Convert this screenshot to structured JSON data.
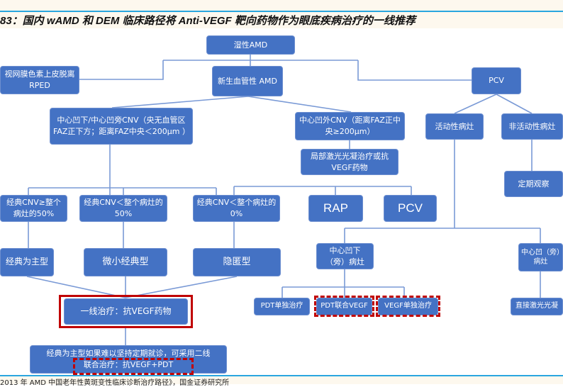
{
  "title": "83：国内 wAMD 和 DEM 临床路径将 Anti-VEGF 靶向药物作为眼底疾病治疗的一线推荐",
  "nodes": {
    "wet_amd": "湿性AMD",
    "rped": "视网膜色素上皮脱离 RPED",
    "neovascular_amd": "新生血管性 AMD",
    "pcv_top": "PCV",
    "subfoveal_cnv": "中心凹下/中心凹旁CNV（央无血管区FAZ正下方；距离FAZ中央＜200μm ）",
    "extrafoveal_cnv": "中心凹外CNV（距离FAZ正中央≥200μm）",
    "laser_or_vegf": "局部激光光凝治疗或抗VEGF药物",
    "active_lesion": "活动性病灶",
    "inactive_lesion": "非活动性病灶",
    "observe": "定期观察",
    "classic_ge50": "经典CNV≥整个病灶的50%",
    "classic_lt50": "经典CNV＜整个病灶的50%",
    "classic_0": "经典CNV＜整个病灶的0%",
    "rap": "RAP",
    "pcv_mid": "PCV",
    "predominantly_classic": "经典为主型",
    "minimally_classic": "微小经典型",
    "occult": "隐匿型",
    "subfoveal_lesion": "中心凹下（旁）病灶",
    "juxtafoveal_lesion": "中心凹（旁）病灶",
    "first_line": "一线治疗：抗VEGF药物",
    "pdt_alone": "PDT单独治疗",
    "pdt_vegf": "PDT联合VEGF",
    "vegf_alone": "VEGF单独治疗",
    "direct_laser": "直接激光光凝",
    "second_line": "经典为主型如果难以坚持定期就诊，可采用二线联合治疗：抗VEGF+PDT"
  },
  "footer": "2013 年 AMD 中国老年性黄斑变性临床诊断治疗路径》，国金证券研究所",
  "colors": {
    "node": "#4472c4",
    "highlight": "#c00000",
    "rule": "#2aa6df"
  }
}
